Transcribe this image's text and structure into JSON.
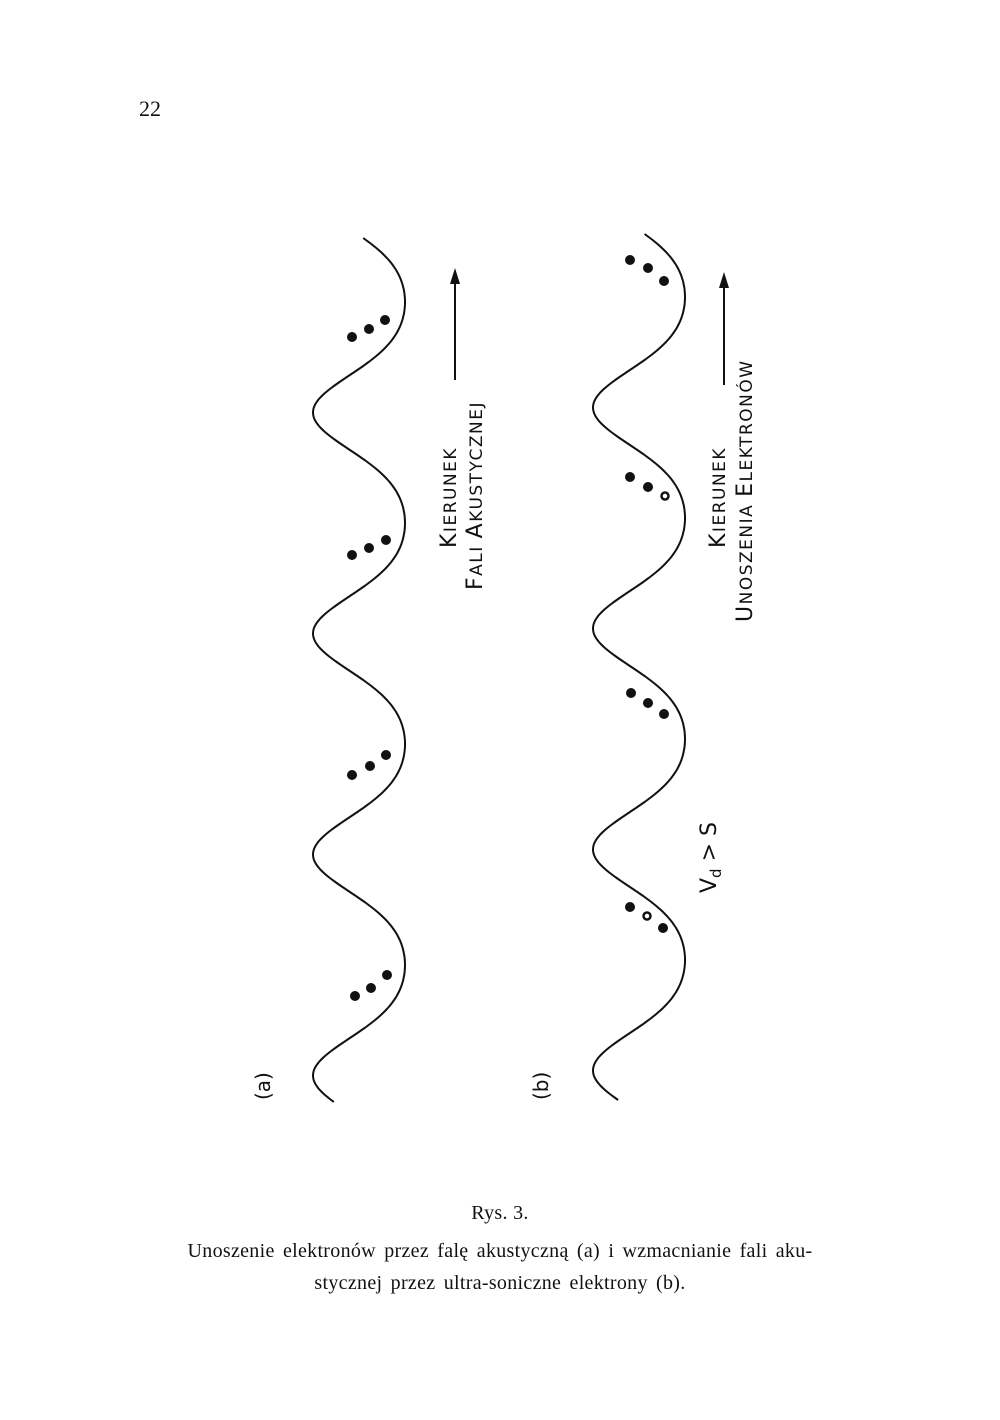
{
  "page_number": "22",
  "figure": {
    "panel_a": {
      "label": "(a)",
      "direction_line1_initial": "K",
      "direction_line1_rest": "IERUNEK",
      "direction_line2_parts": [
        "F",
        "ALI ",
        "A",
        "KUSTYCZNEJ"
      ]
    },
    "panel_b": {
      "label": "(b)",
      "direction_line1_initial": "K",
      "direction_line1_rest": "IERUNEK",
      "direction_line2_parts": [
        "U",
        "NOSZENIA ",
        "E",
        "LEKTRONÓW"
      ],
      "condition_v": "V",
      "condition_sub": "d",
      "condition_rest": " > S"
    }
  },
  "caption": {
    "title": "Rys. 3.",
    "line1": "Unoszenie elektronów przez falę akustyczną (a) i wzmacnianie fali aku-",
    "line2": "stycznej przez ultra-soniczne elektrony (b)."
  }
}
